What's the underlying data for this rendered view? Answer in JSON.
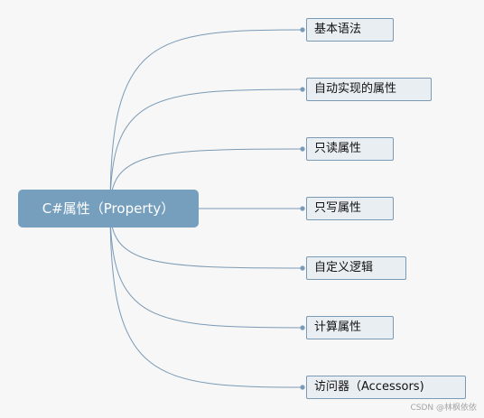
{
  "root": {
    "label": "C#属性（Property）"
  },
  "branches": [
    {
      "label": "基本语法"
    },
    {
      "label": "自动实现的属性"
    },
    {
      "label": "只读属性"
    },
    {
      "label": "只写属性"
    },
    {
      "label": "自定义逻辑"
    },
    {
      "label": "计算属性"
    },
    {
      "label": "访问器（Accessors)"
    }
  ],
  "watermark": "CSDN @林枫依依",
  "colors": {
    "background": "#f7f7f7",
    "root_fill": "#769fbe",
    "node_fill": "#e9eef3",
    "node_border": "#7a9ab5",
    "connector": "#7a9ab5"
  }
}
